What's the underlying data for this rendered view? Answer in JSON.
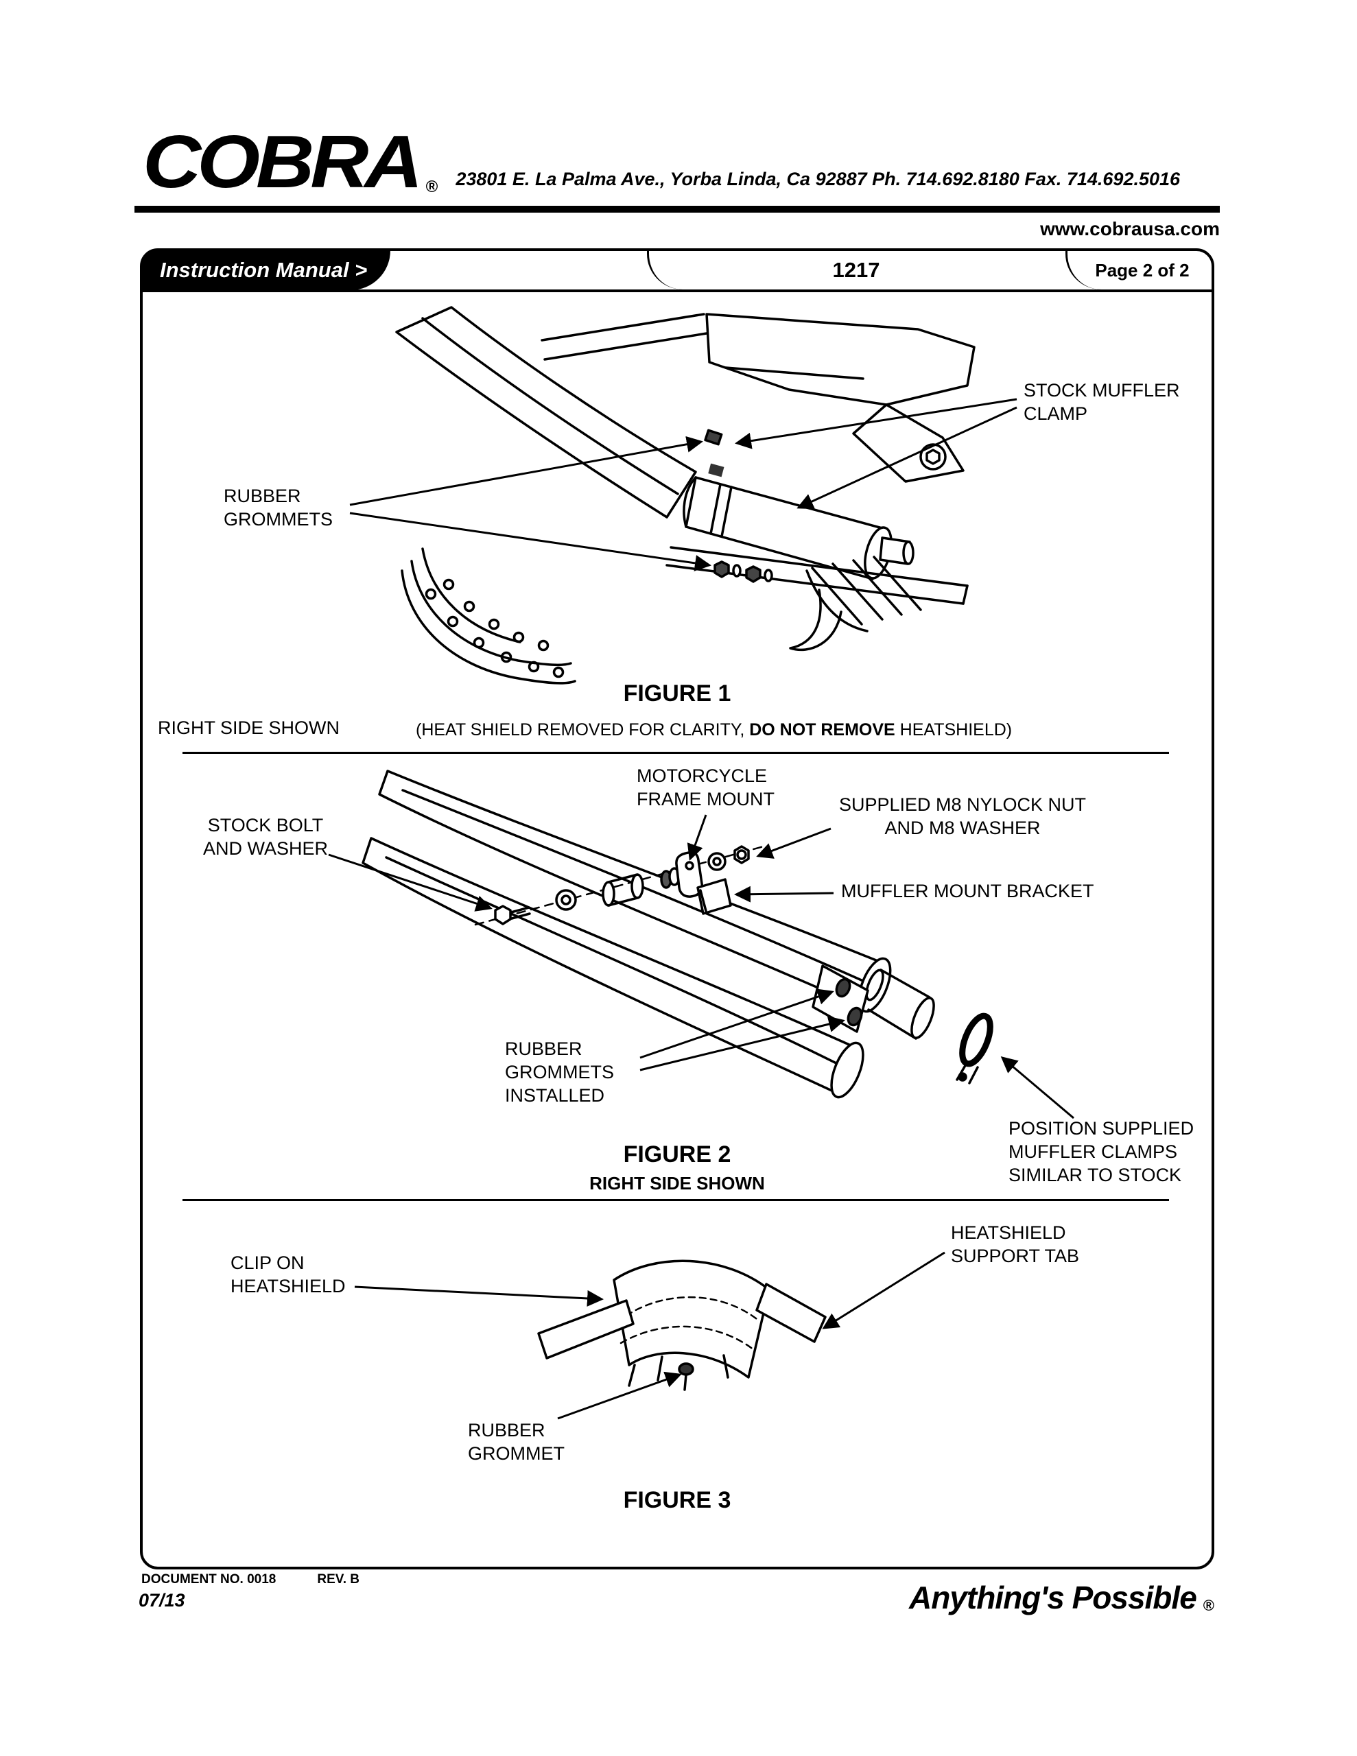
{
  "header": {
    "brand": "COBRA",
    "brand_reg": "®",
    "address": "23801 E. La Palma Ave., Yorba Linda, Ca 92887 Ph. 714.692.8180  Fax. 714.692.5016",
    "website": "www.cobrausa.com",
    "manual_label": "Instruction Manual >",
    "part_number": "1217",
    "page_label": "Page 2 of 2"
  },
  "figure1": {
    "title": "FIGURE 1",
    "side_note": "RIGHT SIDE SHOWN",
    "caption_prefix": "(HEAT SHIELD REMOVED FOR CLARITY, ",
    "caption_bold": "DO NOT REMOVE",
    "caption_suffix": " HEATSHIELD)",
    "labels": {
      "stock_muffler_clamp": "STOCK MUFFLER\nCLAMP",
      "rubber_grommets": "RUBBER\nGROMMETS"
    }
  },
  "figure2": {
    "title": "FIGURE 2",
    "subtitle": "RIGHT SIDE SHOWN",
    "labels": {
      "motorcycle_frame_mount": "MOTORCYCLE\nFRAME MOUNT",
      "supplied_nut": "SUPPLIED M8 NYLOCK NUT\nAND M8 WASHER",
      "stock_bolt": "STOCK BOLT\nAND WASHER",
      "muffler_mount_bracket": "MUFFLER MOUNT BRACKET",
      "rubber_grommets_installed": "RUBBER\nGROMMETS\nINSTALLED",
      "position_clamps": "POSITION SUPPLIED\nMUFFLER CLAMPS\nSIMILAR TO STOCK"
    }
  },
  "figure3": {
    "title": "FIGURE 3",
    "labels": {
      "heatshield_support_tab": "HEATSHIELD\nSUPPORT TAB",
      "clip_on_heatshield": "CLIP ON\nHEATSHIELD",
      "rubber_grommet": "RUBBER\nGROMMET"
    }
  },
  "footer": {
    "document_no": "DOCUMENT NO.  0018",
    "rev": "REV. B",
    "date": "07/13",
    "tagline": "Anything's Possible",
    "tagline_reg": "®"
  }
}
